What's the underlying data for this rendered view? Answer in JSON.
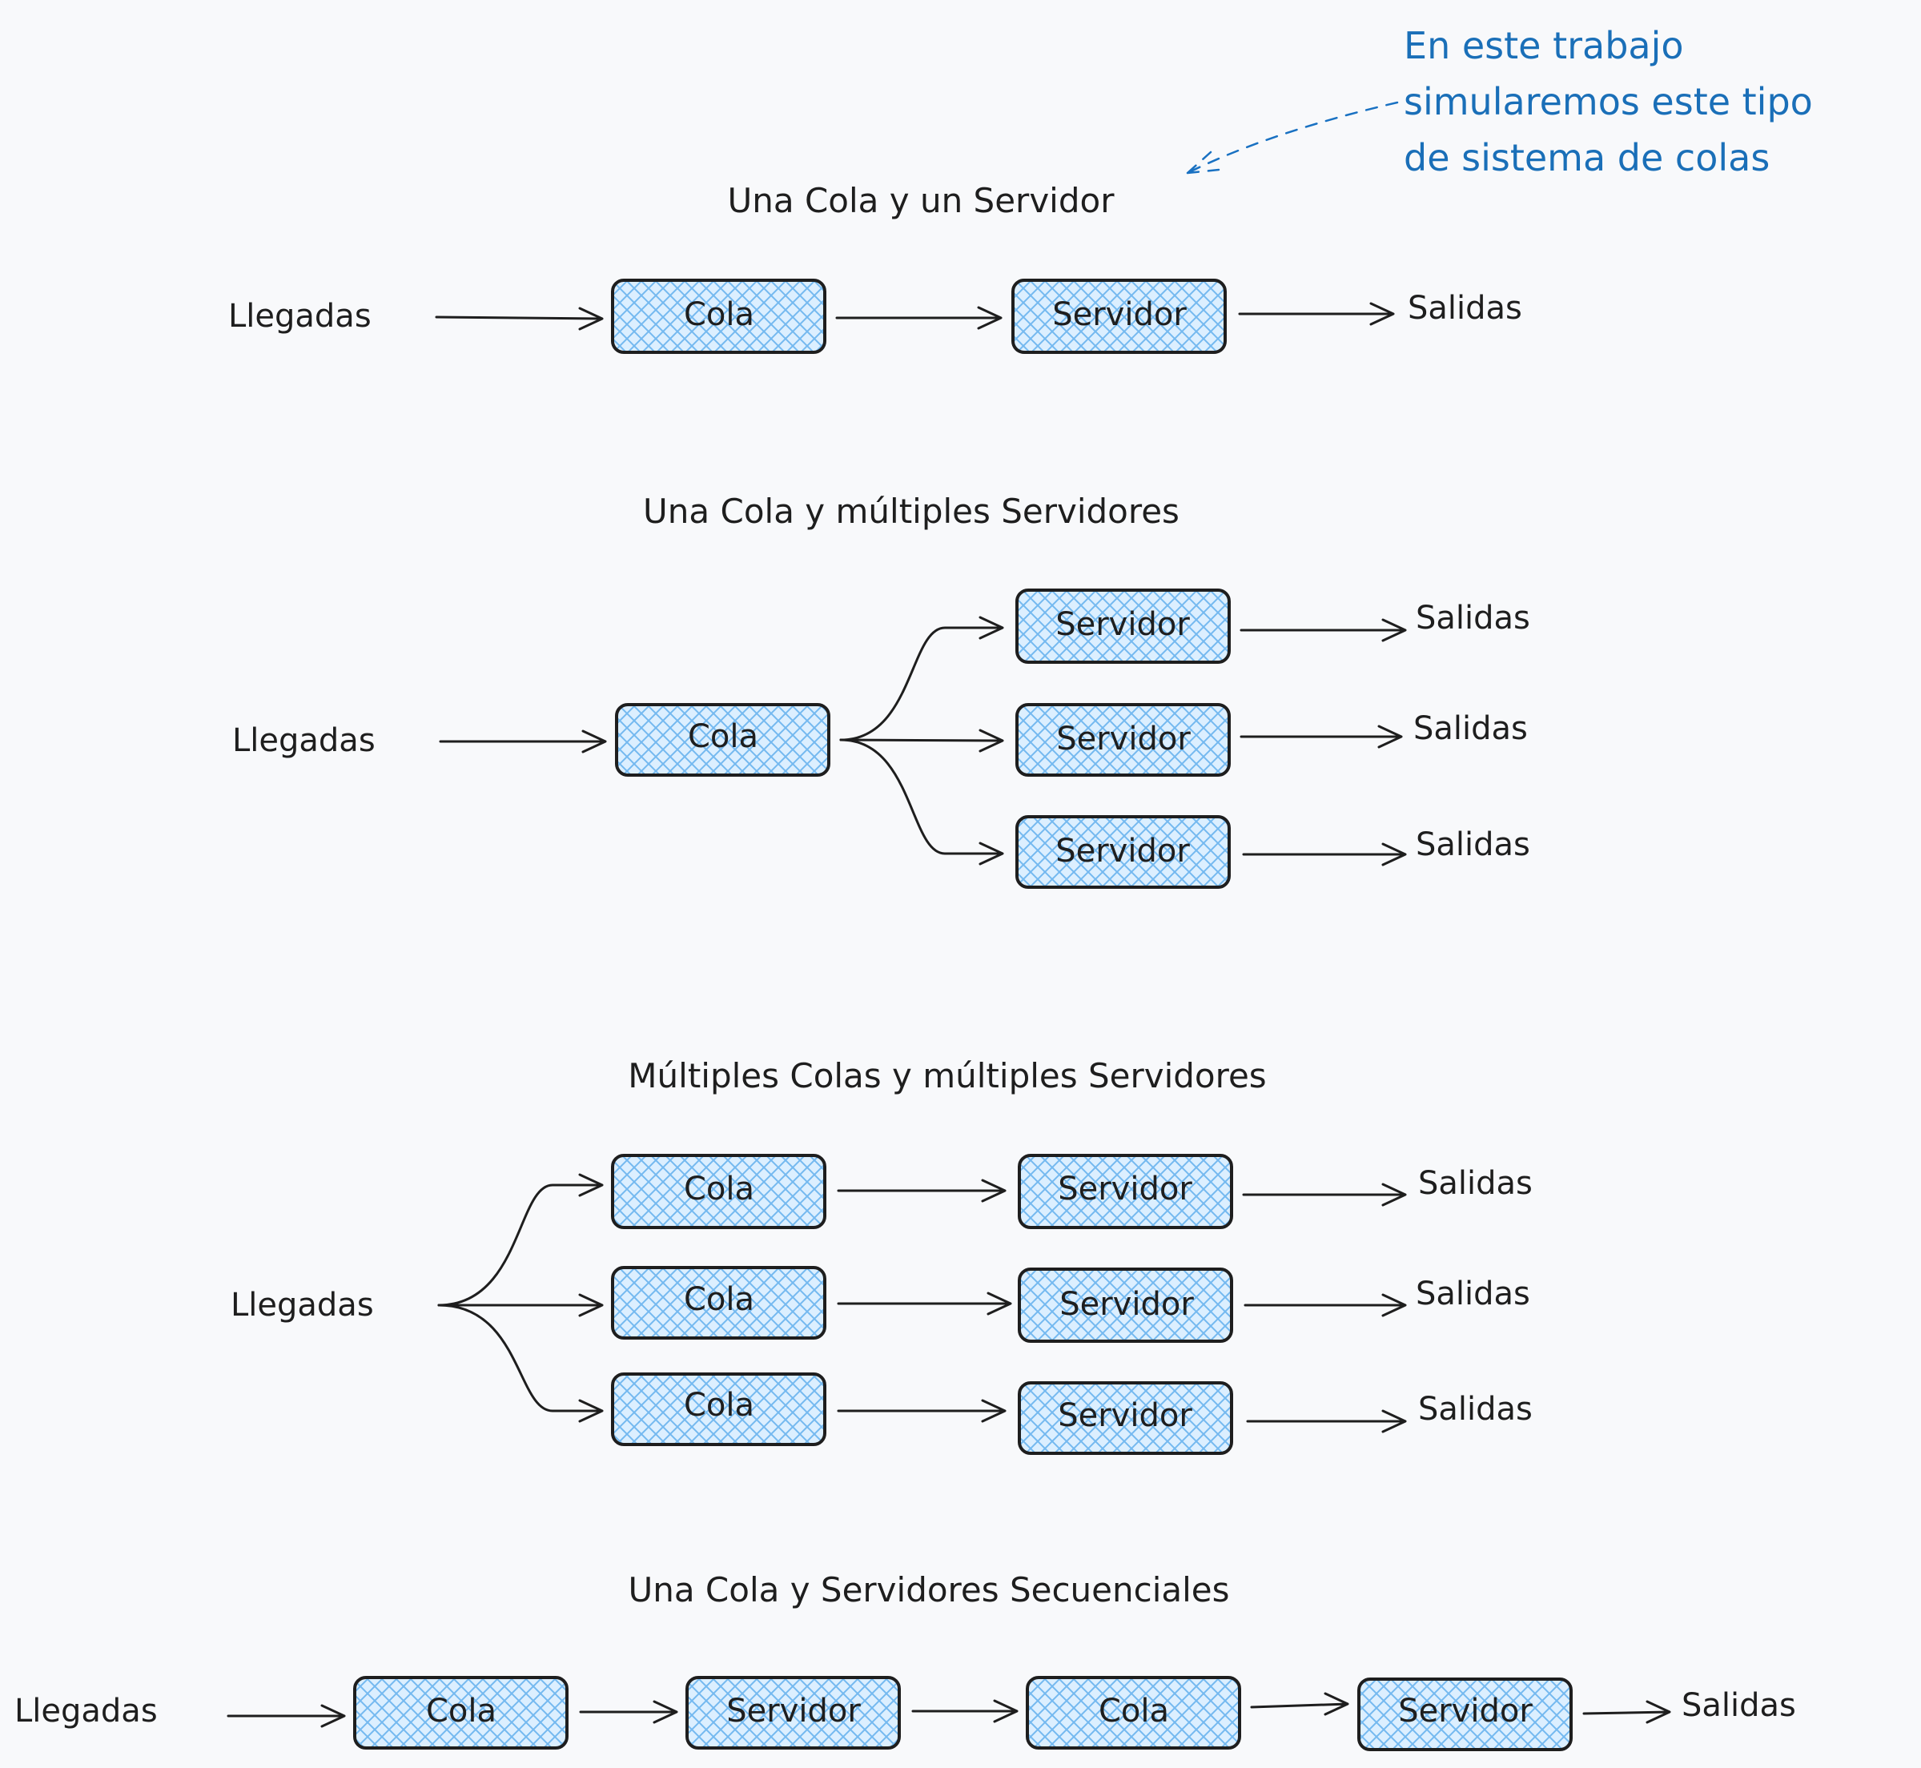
{
  "annotation": {
    "lines": [
      "En este trabajo",
      "simularemos este tipo",
      "de sistema de colas"
    ],
    "color": "#1971c2"
  },
  "sections": [
    {
      "title": "Una Cola y un Servidor",
      "arrivals": "Llegadas",
      "nodes": [
        "Cola",
        "Servidor"
      ],
      "outputs": [
        "Salidas"
      ]
    },
    {
      "title": "Una Cola y múltiples Servidores",
      "arrivals": "Llegadas",
      "nodes": [
        "Cola",
        "Servidor",
        "Servidor",
        "Servidor"
      ],
      "outputs": [
        "Salidas",
        "Salidas",
        "Salidas"
      ]
    },
    {
      "title": "Múltiples Colas y múltiples Servidores",
      "arrivals": "Llegadas",
      "nodes": [
        "Cola",
        "Cola",
        "Cola",
        "Servidor",
        "Servidor",
        "Servidor"
      ],
      "outputs": [
        "Salidas",
        "Salidas",
        "Salidas"
      ]
    },
    {
      "title": "Una Cola y Servidores Secuenciales",
      "arrivals": "Llegadas",
      "nodes": [
        "Cola",
        "Servidor",
        "Cola",
        "Servidor"
      ],
      "outputs": [
        "Salidas"
      ]
    }
  ],
  "colors": {
    "node_fill": "#a5d8ff",
    "stroke": "#1e1e1e",
    "background": "#f8f9fa"
  }
}
